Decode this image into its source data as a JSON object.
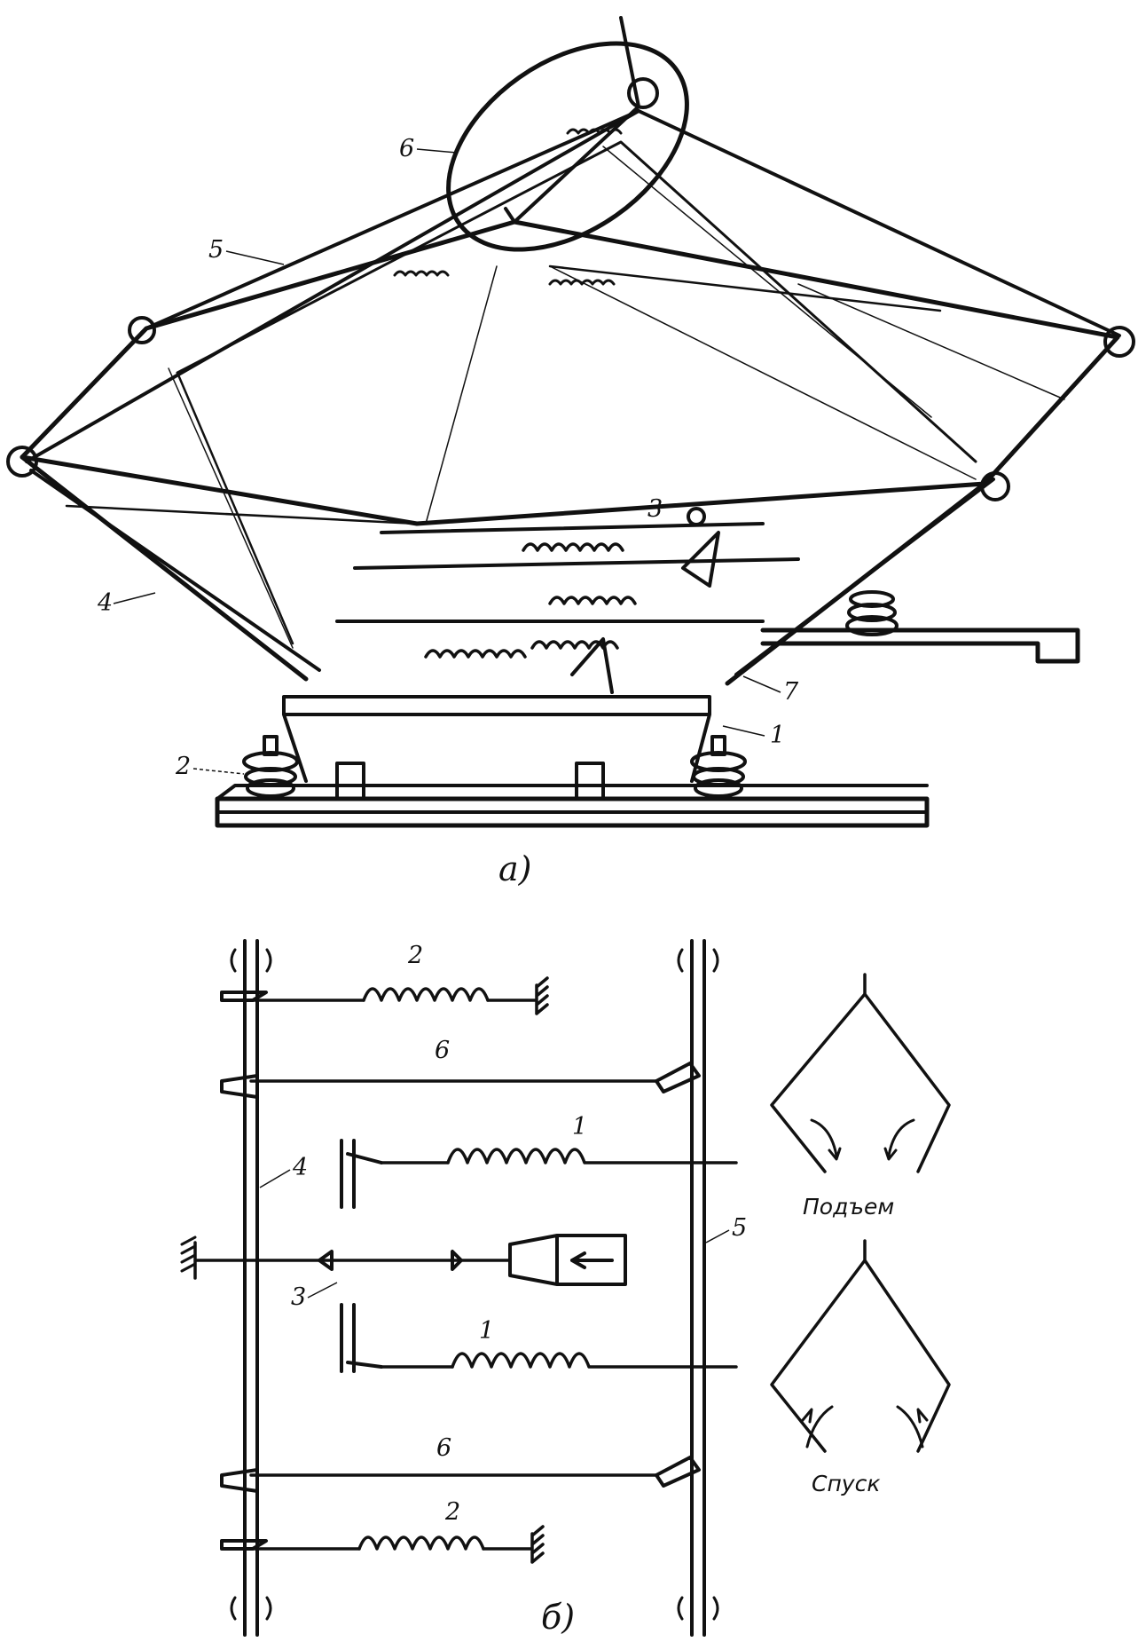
{
  "figure_a": {
    "caption": "а)",
    "labels": {
      "l1": "1",
      "l2": "2",
      "l3": "3",
      "l4": "4",
      "l5": "5",
      "l6": "6",
      "l7": "7"
    }
  },
  "figure_b": {
    "caption": "б)",
    "labels": {
      "spring_top": "2",
      "rod_top": "6",
      "spring_1_top": "1",
      "left_frame": "4",
      "right_frame": "5",
      "cylinder": "3",
      "spring_1_bottom": "1",
      "rod_bottom": "6",
      "spring_bottom": "2"
    },
    "raise_label": "Подъем",
    "lower_label": "Спуск"
  }
}
